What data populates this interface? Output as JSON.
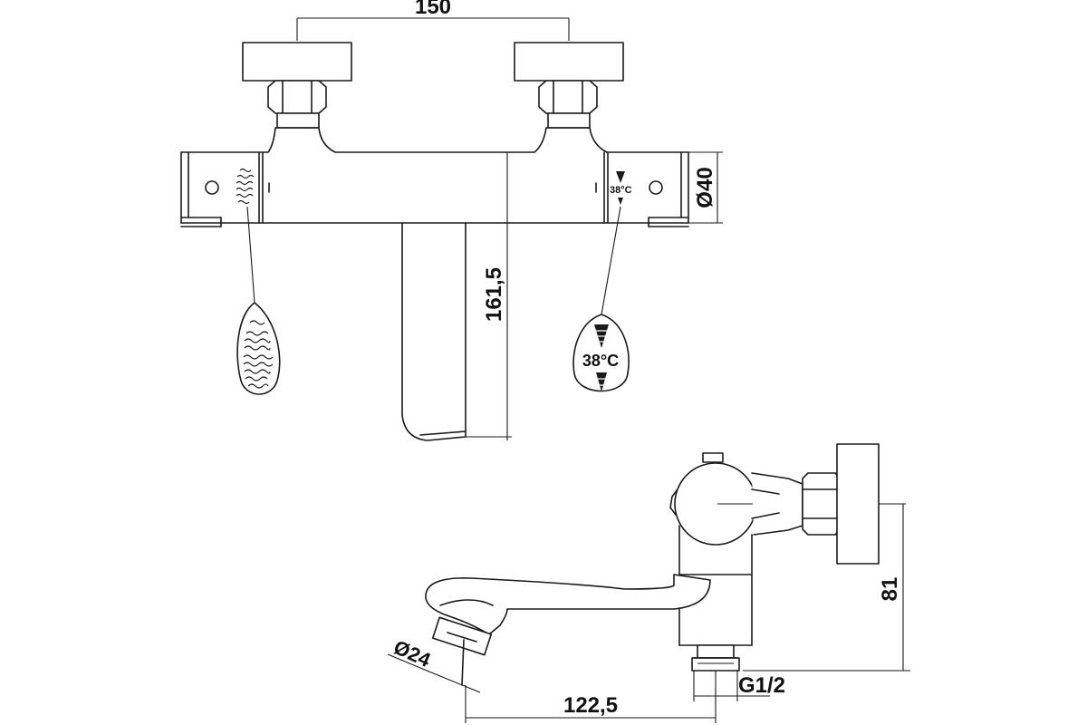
{
  "dimensions": {
    "center_distance": "150",
    "body_diameter": "Ø40",
    "spout_depth": "161,5",
    "spout_reach": "122,5",
    "height": "81",
    "outlet_diameter": "Ø24",
    "thread": "G1/2"
  },
  "labels": {
    "temperature_small": "38°C",
    "temperature_large": "38°C"
  },
  "colors": {
    "line": "#1a1a1a",
    "background": "#ffffff"
  }
}
